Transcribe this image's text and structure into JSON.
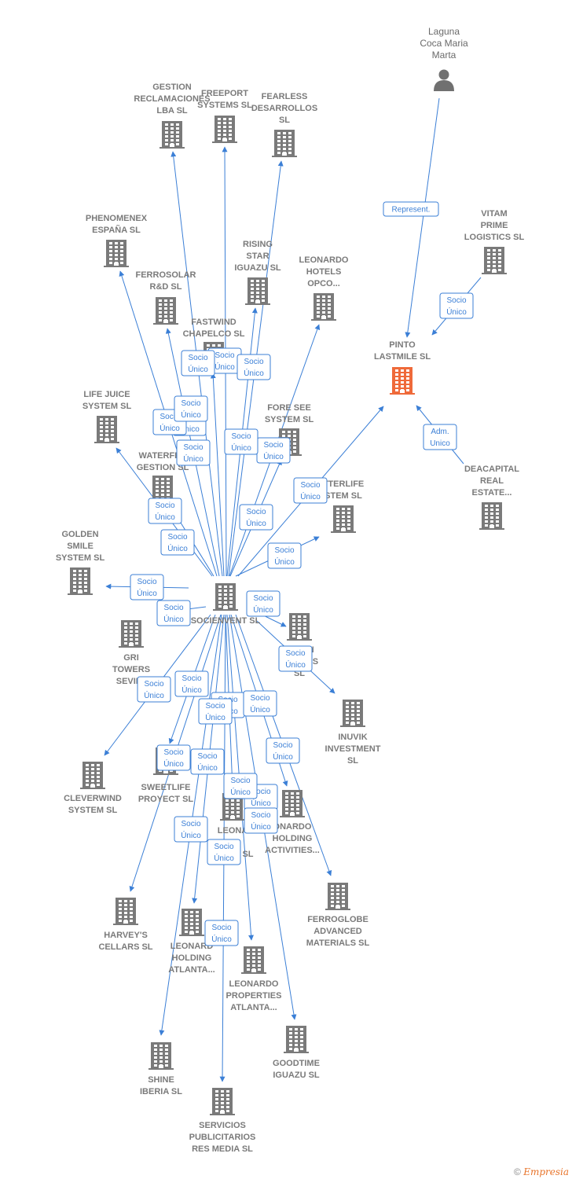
{
  "colors": {
    "edge": "#3b7fd6",
    "building": "#7a7a7a",
    "focus": "#ef6a3a",
    "person": "#707070"
  },
  "center_id": "socienvent",
  "nodes": [
    {
      "id": "person",
      "kind": "person",
      "label": [
        "Laguna",
        "Coca Maria",
        "Marta"
      ]
    },
    {
      "id": "pinto",
      "kind": "focus",
      "label": [
        "PINTO",
        "LASTMILE  SL"
      ]
    },
    {
      "id": "vitam",
      "kind": "building",
      "label": [
        "VITAM",
        "PRIME",
        "LOGISTICS  SL"
      ]
    },
    {
      "id": "deacapital",
      "kind": "building",
      "label": [
        "DEACAPITAL",
        "REAL",
        "ESTATE..."
      ]
    },
    {
      "id": "socienvent",
      "kind": "building",
      "label": [
        "SOCIENVENT SL"
      ]
    },
    {
      "id": "gestion",
      "kind": "building",
      "label": [
        "GESTION",
        "RECLAMACIONES",
        "LBA  SL"
      ]
    },
    {
      "id": "freeport",
      "kind": "building",
      "label": [
        "FREEPORT",
        "SYSTEMS  SL"
      ]
    },
    {
      "id": "fearless",
      "kind": "building",
      "label": [
        "FEARLESS",
        "DESARROLLOS",
        "SL"
      ]
    },
    {
      "id": "phenomenex",
      "kind": "building",
      "label": [
        "PHENOMENEX",
        "ESPAÑA  SL"
      ]
    },
    {
      "id": "rising",
      "kind": "building",
      "label": [
        "RISING",
        "STAR",
        "IGUAZU SL"
      ]
    },
    {
      "id": "leonardo_opco",
      "kind": "building",
      "label": [
        "LEONARDO",
        "HOTELS",
        "OPCO..."
      ]
    },
    {
      "id": "ferrosolar",
      "kind": "building",
      "label": [
        "FERROSOLAR",
        "R&D  SL"
      ]
    },
    {
      "id": "fastwind",
      "kind": "building",
      "label": [
        "FASTWIND",
        "CHAPELCO  SL"
      ]
    },
    {
      "id": "lifejuice",
      "kind": "building",
      "label": [
        "LIFE JUICE",
        "SYSTEM  SL"
      ]
    },
    {
      "id": "foresee",
      "kind": "building",
      "label": [
        "FORE SEE",
        "SYSTEM  SL"
      ]
    },
    {
      "id": "waterfre",
      "kind": "building",
      "label": [
        "WATERFRE",
        "GESTION  SL"
      ]
    },
    {
      "id": "betterlife",
      "kind": "building",
      "label": [
        "TTERLIFE",
        "STEM  SL"
      ]
    },
    {
      "id": "golden",
      "kind": "building",
      "label": [
        "GOLDEN",
        "SMILE",
        "SYSTEM  SL"
      ]
    },
    {
      "id": "gri",
      "kind": "building",
      "label": [
        "GRI",
        "TOWERS",
        "SEVILL"
      ]
    },
    {
      "id": "swon",
      "kind": "building",
      "label": [
        "SW         ON",
        "DES           LOS",
        "SL"
      ]
    },
    {
      "id": "inuvik",
      "kind": "building",
      "label": [
        "INUVIK",
        "INVESTMENT",
        "SL"
      ]
    },
    {
      "id": "cleverwind",
      "kind": "building",
      "label": [
        "CLEVERWIND",
        "SYSTEM  SL"
      ]
    },
    {
      "id": "sweetlife",
      "kind": "building",
      "label": [
        "SWEETLIFE",
        "PROYECT  SL"
      ]
    },
    {
      "id": "leonardo_mid",
      "kind": "building",
      "label": [
        "LEONAR",
        "R      SL"
      ]
    },
    {
      "id": "leonardo_holding_act",
      "kind": "building",
      "label": [
        "ONARDO",
        "HOLDING",
        "ACTIVITIES..."
      ]
    },
    {
      "id": "ferroglobe",
      "kind": "building",
      "label": [
        "FERROGLOBE",
        "ADVANCED",
        "MATERIALS  SL"
      ]
    },
    {
      "id": "harveys",
      "kind": "building",
      "label": [
        "HARVEY'S",
        "CELLARS  SL"
      ]
    },
    {
      "id": "leonardo_atlanta",
      "kind": "building",
      "label": [
        "LEONARD",
        "HOLDING",
        "ATLANTA..."
      ]
    },
    {
      "id": "leonardo_prop",
      "kind": "building",
      "label": [
        "LEONARDO",
        "PROPERTIES",
        "ATLANTA..."
      ]
    },
    {
      "id": "goodtime",
      "kind": "building",
      "label": [
        "GOODTIME",
        "IGUAZU  SL"
      ]
    },
    {
      "id": "shine",
      "kind": "building",
      "label": [
        "SHINE",
        "IBERIA  SL"
      ]
    },
    {
      "id": "servicios",
      "kind": "building",
      "label": [
        "SERVICIOS",
        "PUBLICITARIOS",
        "RES MEDIA  SL"
      ]
    }
  ],
  "edges": [
    {
      "from": "person",
      "to": "pinto",
      "label": [
        "Represent."
      ]
    },
    {
      "from": "vitam",
      "to": "pinto",
      "label": [
        "Socio",
        "Único"
      ]
    },
    {
      "from": "deacapital",
      "to": "pinto",
      "label": [
        "Adm.",
        "Unico"
      ]
    },
    {
      "from": "socienvent",
      "to": "pinto",
      "label": [
        "Socio",
        "Único"
      ]
    },
    {
      "from": "socienvent",
      "to": "gestion",
      "label": [
        "Socio",
        "Único"
      ]
    },
    {
      "from": "socienvent",
      "to": "freeport",
      "label": [
        "Socio",
        "Único"
      ]
    },
    {
      "from": "socienvent",
      "to": "fearless",
      "label": [
        "Socio",
        "Único"
      ]
    },
    {
      "from": "socienvent",
      "to": "phenomenex",
      "label": [
        "Socio",
        "Único"
      ]
    },
    {
      "from": "socienvent",
      "to": "rising",
      "label": [
        "Socio",
        "Único"
      ]
    },
    {
      "from": "socienvent",
      "to": "leonardo_opco",
      "label": [
        "Socio",
        "Único"
      ]
    },
    {
      "from": "socienvent",
      "to": "ferrosolar",
      "label": [
        "Socio",
        "Único"
      ]
    },
    {
      "from": "socienvent",
      "to": "fastwind",
      "label": [
        "Socio",
        "Único"
      ]
    },
    {
      "from": "socienvent",
      "to": "lifejuice",
      "label": [
        "Socio",
        "Único"
      ]
    },
    {
      "from": "socienvent",
      "to": "foresee",
      "label": [
        "Socio",
        "Único"
      ]
    },
    {
      "from": "socienvent",
      "to": "waterfre",
      "label": [
        "Socio",
        "Único"
      ]
    },
    {
      "from": "socienvent",
      "to": "betterlife",
      "label": [
        "Socio",
        "Único"
      ]
    },
    {
      "from": "socienvent",
      "to": "golden",
      "label": [
        "Socio",
        "Único"
      ]
    },
    {
      "from": "socienvent",
      "to": "gri",
      "label": [
        "Socio",
        "Único"
      ]
    },
    {
      "from": "socienvent",
      "to": "swon",
      "label": [
        "Socio",
        "Único"
      ]
    },
    {
      "from": "socienvent",
      "to": "inuvik",
      "label": [
        "Socio",
        "Único"
      ]
    },
    {
      "from": "socienvent",
      "to": "cleverwind",
      "label": [
        "Socio",
        "Único"
      ]
    },
    {
      "from": "socienvent",
      "to": "sweetlife",
      "label": [
        "Socio",
        "Único"
      ]
    },
    {
      "from": "socienvent",
      "to": "leonardo_mid",
      "label": [
        "Socio",
        "Único"
      ]
    },
    {
      "from": "socienvent",
      "to": "leonardo_holding_act",
      "label": [
        "Socio",
        "Único"
      ]
    },
    {
      "from": "socienvent",
      "to": "ferroglobe",
      "label": [
        "Socio",
        "Único"
      ]
    },
    {
      "from": "socienvent",
      "to": "harveys",
      "label": [
        "Socio",
        "Único"
      ]
    },
    {
      "from": "socienvent",
      "to": "leonardo_atlanta",
      "label": [
        "Socio",
        "Único"
      ]
    },
    {
      "from": "socienvent",
      "to": "leonardo_prop",
      "label": [
        "Socio",
        "Único"
      ]
    },
    {
      "from": "socienvent",
      "to": "goodtime",
      "label": [
        "Socio",
        "Único"
      ]
    },
    {
      "from": "socienvent",
      "to": "shine",
      "label": [
        "Socio",
        "Único"
      ]
    },
    {
      "from": "socienvent",
      "to": "servicios",
      "label": [
        "Socio",
        "Único"
      ]
    }
  ],
  "footer": {
    "copyright": "©",
    "brand": "Empresia"
  }
}
